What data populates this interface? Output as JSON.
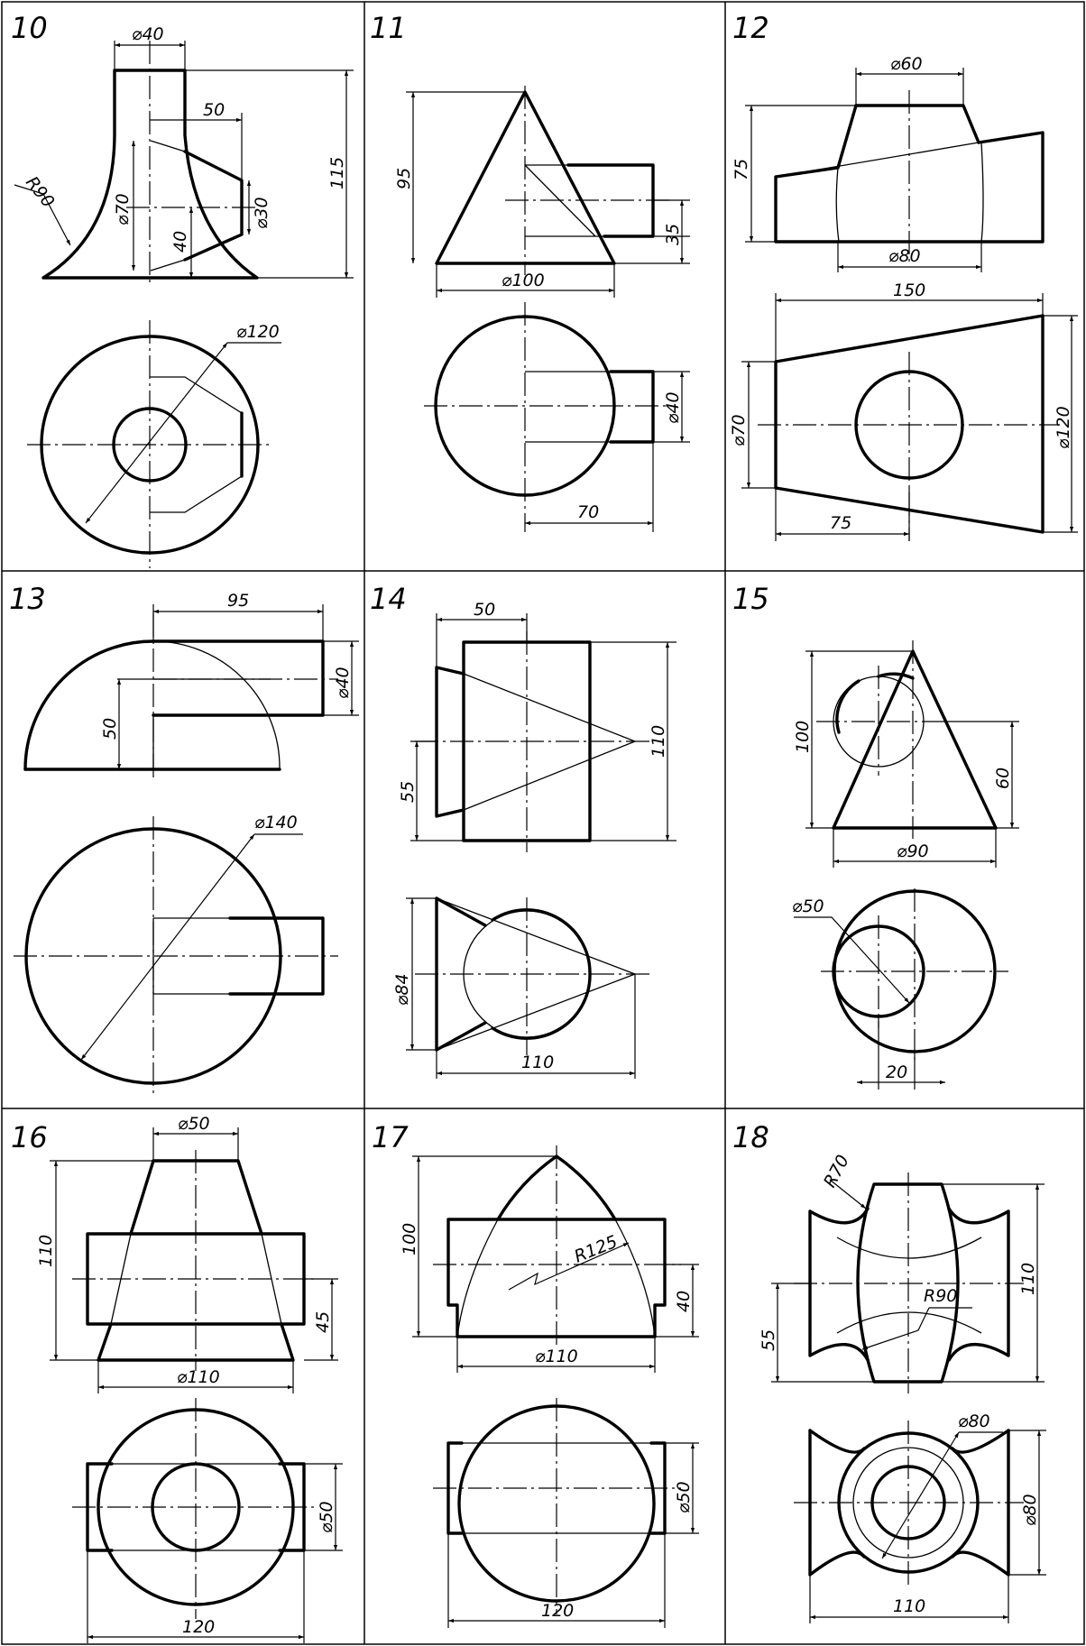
{
  "panels": [
    {
      "number": "10",
      "dims": {
        "d40": "⌀40",
        "d50": "50",
        "d115": "115",
        "r90": "R90",
        "d70": "⌀70",
        "d30": "⌀30",
        "d40b": "40",
        "d120": "⌀120"
      }
    },
    {
      "number": "11",
      "dims": {
        "d95": "95",
        "d35": "35",
        "d100": "⌀100",
        "d40": "⌀40",
        "d70": "70"
      }
    },
    {
      "number": "12",
      "dims": {
        "d60": "⌀60",
        "d75": "75",
        "d80": "⌀80",
        "d150": "150",
        "d70": "⌀70",
        "d120": "⌀120",
        "d75b": "75"
      }
    },
    {
      "number": "13",
      "dims": {
        "d95": "95",
        "d40": "⌀40",
        "d50": "50",
        "d140": "⌀140"
      }
    },
    {
      "number": "14",
      "dims": {
        "d50": "50",
        "d110": "110",
        "d55": "55",
        "d84": "⌀84",
        "d110b": "110"
      }
    },
    {
      "number": "15",
      "dims": {
        "d100": "100",
        "d60": "60",
        "d90": "⌀90",
        "d50": "⌀50",
        "d20": "20"
      }
    },
    {
      "number": "16",
      "dims": {
        "d50": "⌀50",
        "d110": "110",
        "d45": "45",
        "d110b": "⌀110",
        "d50b": "⌀50",
        "d120": "120"
      }
    },
    {
      "number": "17",
      "dims": {
        "d100": "100",
        "r125": "R125",
        "d40": "40",
        "d110": "⌀110",
        "d50": "⌀50",
        "d120": "120"
      }
    },
    {
      "number": "18",
      "dims": {
        "r70": "R70",
        "d110": "110",
        "r90": "R90",
        "d55": "55",
        "d80": "⌀80",
        "d80b": "⌀80",
        "d110b": "110"
      }
    }
  ]
}
